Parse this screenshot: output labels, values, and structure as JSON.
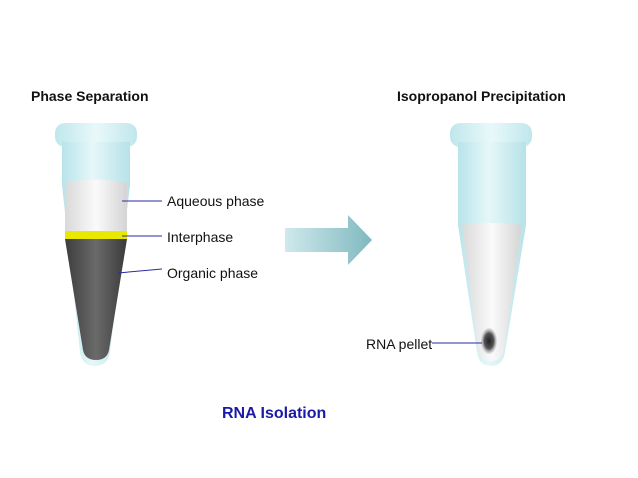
{
  "diagram": {
    "left_heading": "Phase Separation",
    "right_heading": "Isopropanol Precipitation",
    "labels": {
      "aqueous": "Aqueous phase",
      "interphase": "Interphase",
      "organic": "Organic phase",
      "pellet": "RNA pellet"
    },
    "title": "RNA Isolation",
    "colors": {
      "title": "#1a1aa8",
      "leader_line": "#2a2aa0",
      "tube": "#cdeef3",
      "aqueous": "#f2f2f2",
      "interphase": "#e8e800",
      "organic": "#555555",
      "pellet": "#444444",
      "arrow": "#8fc6cc"
    }
  }
}
